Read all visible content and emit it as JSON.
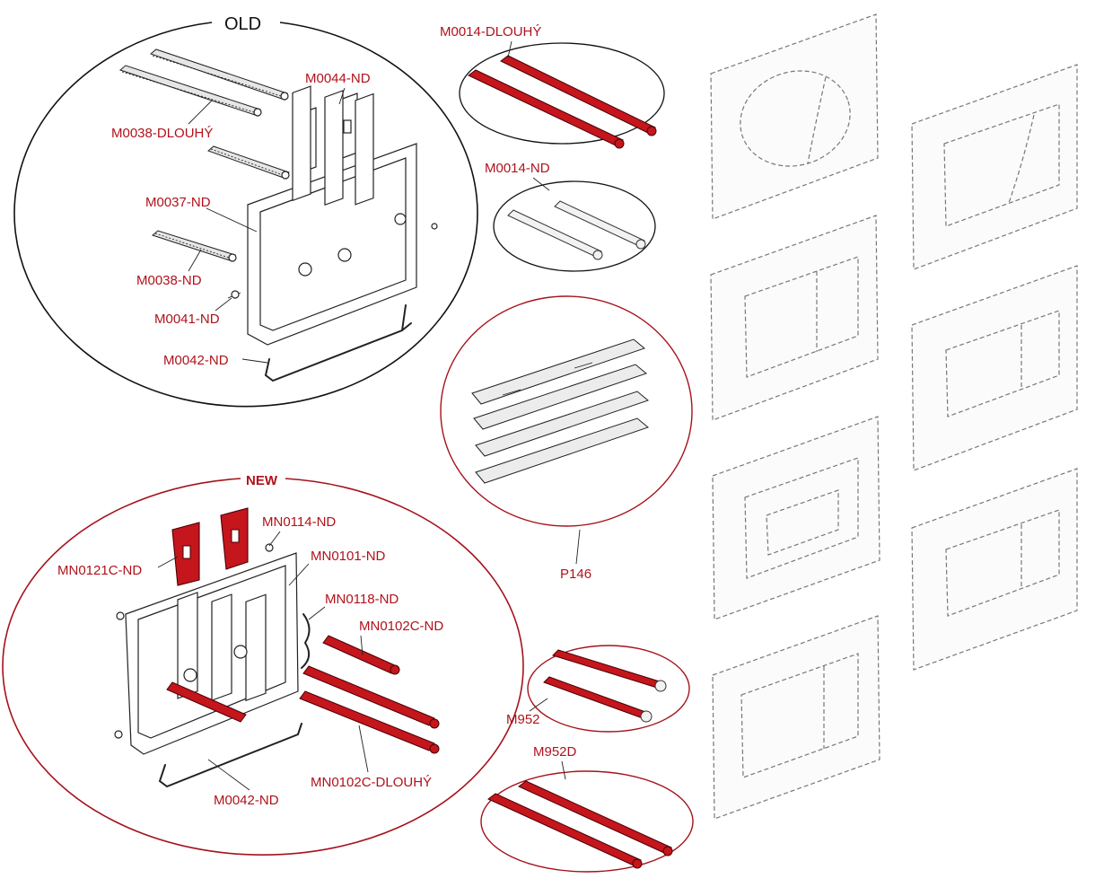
{
  "groups": {
    "old": "OLD",
    "new": "NEW"
  },
  "old_parts": {
    "m0044": "M0044-ND",
    "m0038_long": "M0038-DLOUHÝ",
    "m0037": "M0037-ND",
    "m0038": "M0038-ND",
    "m0041": "M0041-ND",
    "m0042": "M0042-ND"
  },
  "rod_parts": {
    "m0014_long": "M0014-DLOUHÝ",
    "m0014": "M0014-ND",
    "p146": "P146",
    "m952": "M952",
    "m952d": "M952D"
  },
  "new_parts": {
    "mn0114": "MN0114-ND",
    "mn0121c": "MN0121C-ND",
    "mn0101": "MN0101-ND",
    "mn0118": "MN0118-ND",
    "mn0102c": "MN0102C-ND",
    "mn0102c_long": "MN0102C-DLOUHÝ",
    "m0042": "M0042-ND"
  },
  "colors": {
    "accent_red": "#c4161c",
    "label_red": "#b0121b",
    "outline": "#222222",
    "plate_dash": "#777777"
  }
}
